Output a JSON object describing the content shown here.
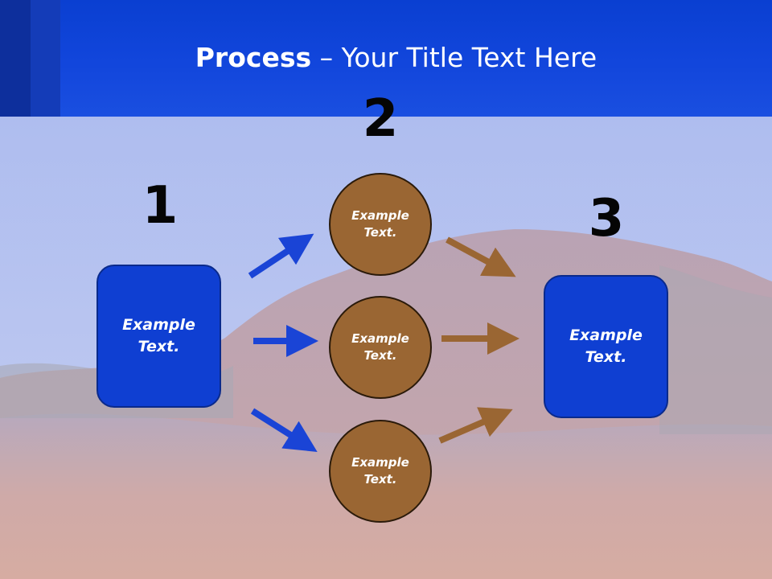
{
  "slide": {
    "title_bold": "Process",
    "title_rest": " – Your Title Text Here"
  },
  "steps": {
    "n1": "1",
    "n2": "2",
    "n3": "3"
  },
  "nodes": {
    "left_box": "Example\nText.",
    "circle_top": "Example\nText.",
    "circle_mid": "Example\nText.",
    "circle_bot": "Example\nText.",
    "right_box": "Example\nText."
  },
  "colors": {
    "header": "#1246dc",
    "box_fill": "#0f3fd2",
    "circle_fill": "#9a6633",
    "arrow_blue": "#1a44d6",
    "arrow_brown": "#9a6633"
  }
}
